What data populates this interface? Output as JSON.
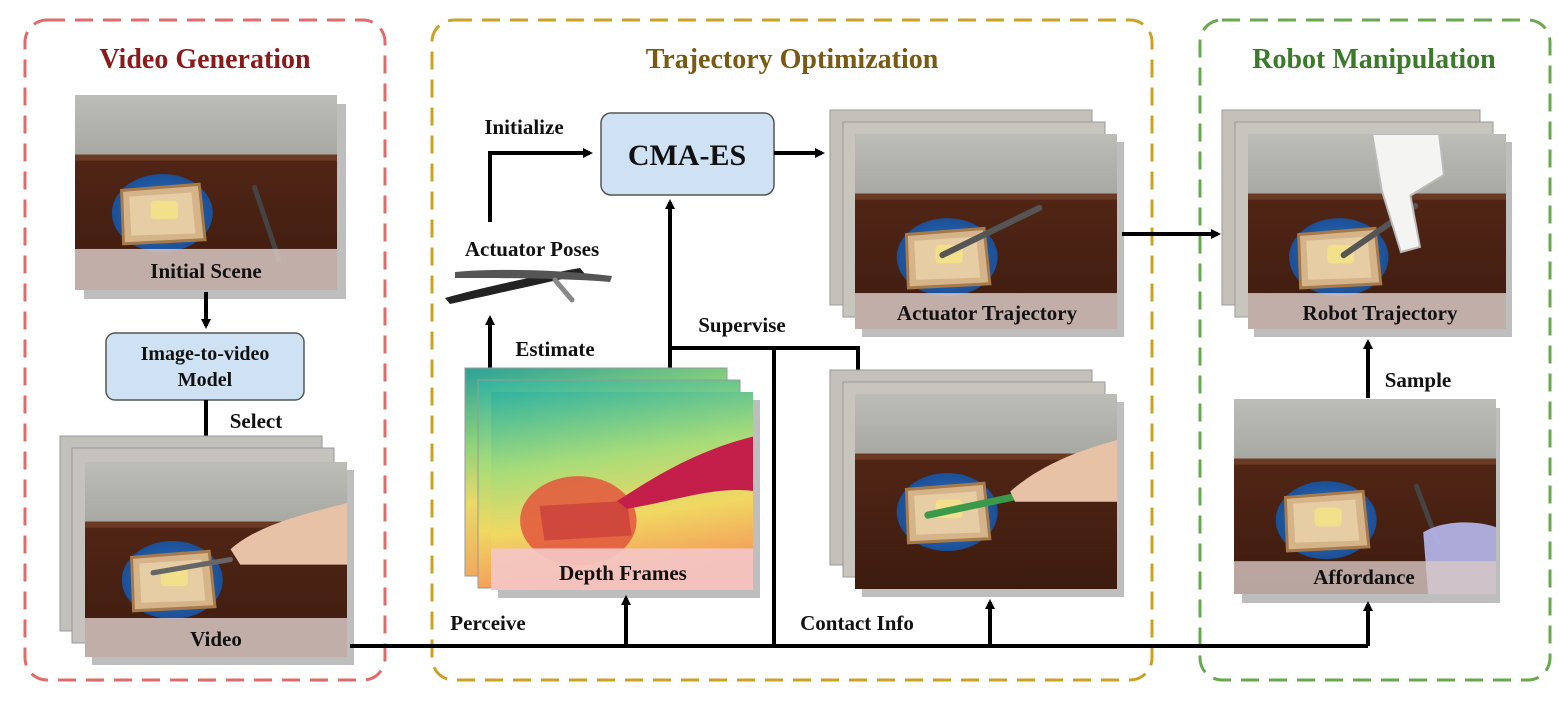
{
  "panels": {
    "video_generation": {
      "title": "Video Generation",
      "initial_scene_label": "Initial Scene",
      "model_label_line1": "Image-to-video",
      "model_label_line2": "Model",
      "select_label": "Select",
      "video_label": "Video"
    },
    "trajectory_optimization": {
      "title": "Trajectory Optimization",
      "initialize_label": "Initialize",
      "cmaes_label": "CMA-ES",
      "actuator_poses_label": "Actuator Poses",
      "estimate_label": "Estimate",
      "supervise_label": "Supervise",
      "actuator_trajectory_label": "Actuator Trajectory",
      "depth_frames_label": "Depth Frames",
      "perceive_label": "Perceive",
      "contact_info_label": "Contact Info"
    },
    "robot_manipulation": {
      "title": "Robot Manipulation",
      "robot_trajectory_label": "Robot Trajectory",
      "sample_label": "Sample",
      "affordance_label": "Affordance"
    }
  },
  "colors": {
    "video_generation": "#e06b6b",
    "video_generation_title": "#8b1a1a",
    "trajectory_optimization": "#c9a227",
    "trajectory_optimization_title": "#7a5a12",
    "robot_manipulation": "#6aa84f",
    "robot_manipulation_title": "#3a7a2a",
    "module_fill": "#cfe2f3",
    "label_overlay": "#d8c8c4",
    "depth_label_overlay": "#f4c6c8"
  },
  "icons": [
    "knife-icon",
    "robot-gripper-icon",
    "hand-icon",
    "toast-plate-icon"
  ]
}
